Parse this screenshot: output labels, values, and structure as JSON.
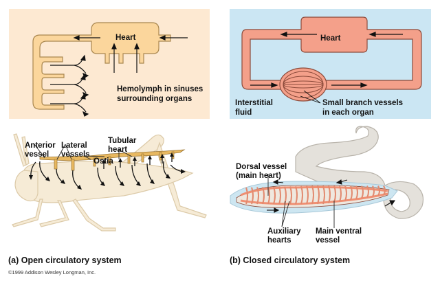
{
  "colors": {
    "open_bg": "#fde9d2",
    "open_vessel": "#fbd69c",
    "open_vessel_edge": "#a9874f",
    "closed_bg": "#cbe6f3",
    "closed_vessel": "#f4a08a",
    "closed_vessel_edge": "#8b4a3a",
    "grasshopper_body": "#f6ebd6",
    "worm_body": "#e4e1db",
    "worm_sheath": "#cde6f1",
    "text": "#111111"
  },
  "open_schematic": {
    "heart_label": "Heart",
    "sinus_label_line1": "Hemolymph in sinuses",
    "sinus_label_line2": "surrounding organs"
  },
  "closed_schematic": {
    "heart_label": "Heart",
    "interstitial_line1": "Interstitial",
    "interstitial_line2": "fluid",
    "branch_line1": "Small branch vessels",
    "branch_line2": "in each organ"
  },
  "grasshopper": {
    "anterior_line1": "Anterior",
    "anterior_line2": "vessel",
    "lateral_line1": "Lateral",
    "lateral_line2": "vessels",
    "ostia": "Ostia",
    "tubular_line1": "Tubular",
    "tubular_line2": "heart"
  },
  "earthworm": {
    "dorsal_line1": "Dorsal vessel",
    "dorsal_line2": "(main heart)",
    "auxiliary_line1": "Auxiliary",
    "auxiliary_line2": "hearts",
    "ventral_line1": "Main ventral",
    "ventral_line2": "vessel"
  },
  "captions": {
    "open": "(a) Open circulatory system",
    "closed": "(b) Closed circulatory system"
  },
  "copyright": "©1999 Addison Wesley Longman, Inc."
}
